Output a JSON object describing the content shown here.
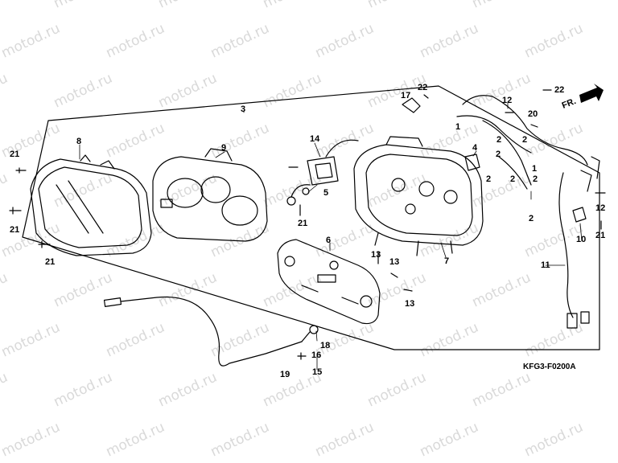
{
  "watermark": "motod.ru",
  "diagram_code": "KFG3-F0200A",
  "front_label": "FR.",
  "callouts": {
    "c1a": "1",
    "c1b": "1",
    "c2a": "2",
    "c2b": "2",
    "c2c": "2",
    "c2d": "2",
    "c2e": "2",
    "c2f": "2",
    "c2g": "2",
    "c3": "3",
    "c4": "4",
    "c5": "5",
    "c6": "6",
    "c7": "7",
    "c8": "8",
    "c9": "9",
    "c10": "10",
    "c11": "11",
    "c12a": "12",
    "c12b": "12",
    "c13a": "13",
    "c13b": "13",
    "c13c": "13",
    "c14": "14",
    "c15": "15",
    "c16": "16",
    "c17": "17",
    "c18": "18",
    "c19": "19",
    "c20": "20",
    "c21a": "21",
    "c21b": "21",
    "c21c": "21",
    "c21d": "21",
    "c21e": "21",
    "c22a": "22",
    "c22b": "22"
  },
  "colors": {
    "line": "#000000",
    "watermark": "#d9d9d9",
    "background": "#ffffff"
  }
}
